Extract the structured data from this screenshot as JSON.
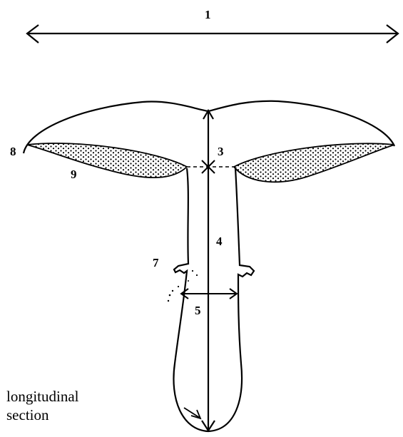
{
  "diagram": {
    "labels": {
      "cap_width": "1",
      "stem_top": "3",
      "stem_length": "4",
      "stem_width": "5",
      "ring": "7",
      "cap_margin": "8",
      "gills": "9"
    },
    "caption": [
      "longitudinal",
      "section"
    ]
  }
}
